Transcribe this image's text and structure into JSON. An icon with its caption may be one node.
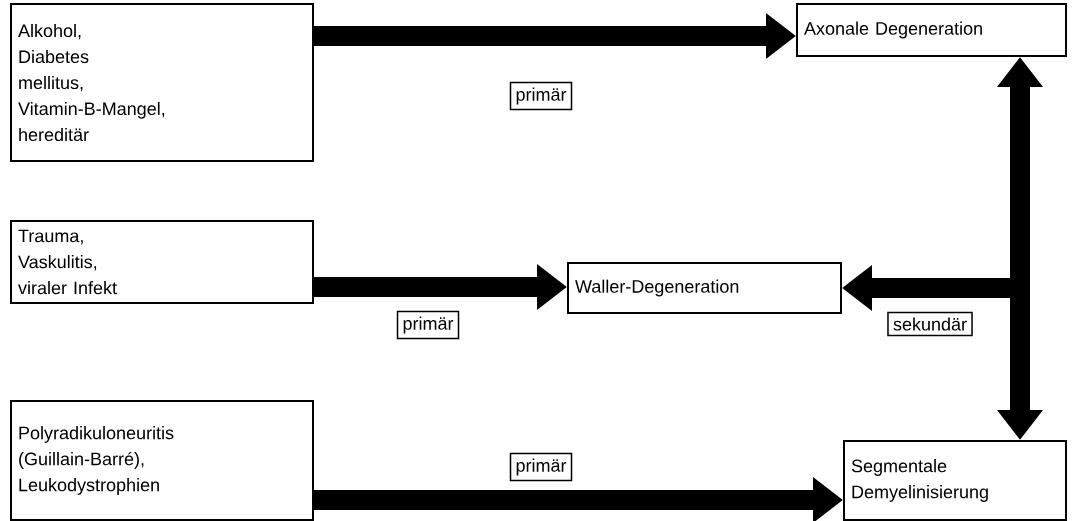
{
  "diagram": {
    "nodes": [
      {
        "text": [
          "Alkohol, Diabetes mellitus, Vitamin-B-Mangel, hereditär"
        ]
      },
      {
        "text": [
          "Axonale Degeneration"
        ]
      },
      {
        "text": [
          "Trauma, Vaskulitis, viraler Infekt"
        ]
      },
      {
        "text": [
          "Waller-Degeneration"
        ]
      },
      {
        "text": [
          "Polyradikuloneuritis (Guillain-Barré), Leukodystrophien"
        ]
      },
      {
        "text": [
          "Segmentale Demyelinisierung"
        ]
      }
    ],
    "edges": [
      {
        "from": 0,
        "to": 1,
        "arrow": "to",
        "label": "primär"
      },
      {
        "from": 2,
        "to": 3,
        "arrow": "to",
        "label": "primär"
      },
      {
        "from": 4,
        "to": 5,
        "arrow": "to",
        "label": "primär"
      },
      {
        "from": 1,
        "to": 5,
        "arrow": "both"
      },
      {
        "from": 1,
        "to": 3,
        "arrow": "both",
        "label": "sekundär"
      },
      {
        "from": 5,
        "to": 3,
        "arrow": "both"
      }
    ]
  }
}
